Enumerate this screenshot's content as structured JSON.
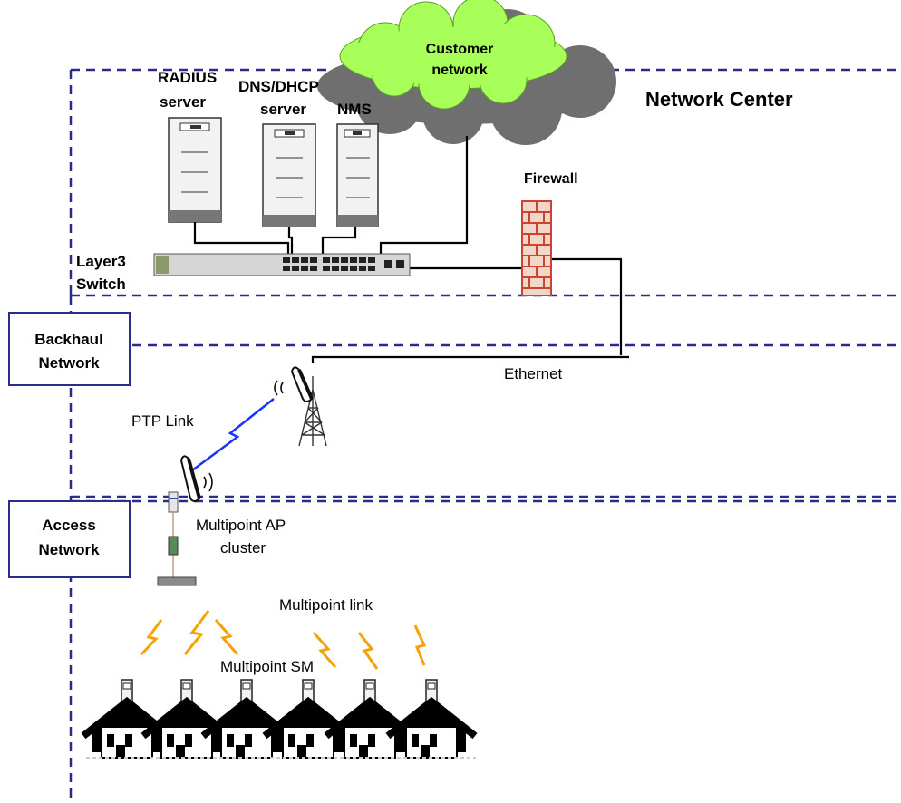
{
  "labels": {
    "network_center": "Network Center",
    "radius_server": [
      "RADIUS",
      "server"
    ],
    "dns_dhcp_server": [
      "DNS/DHCP",
      "server"
    ],
    "nms": "NMS",
    "customer_network": [
      "Customer",
      "network"
    ],
    "firewall": "Firewall",
    "layer3_switch": [
      "Layer3",
      "Switch"
    ],
    "backhaul_network": [
      "Backhaul",
      "Network"
    ],
    "access_network": [
      "Access",
      "Network"
    ],
    "ethernet": "Ethernet",
    "ptp_link": "PTP Link",
    "multipoint_ap_cluster": [
      "Multipoint AP",
      "cluster"
    ],
    "multipoint_link": "Multipoint link",
    "multipoint_sm": "Multipoint SM"
  },
  "colors": {
    "dashed_border": "#2b2b8c",
    "cloud": "#a9ff5a",
    "cloud_shadow": "#6f6f6f",
    "ptp_bolt": "#1a33ff",
    "multipoint_bolt": "#f5a20a",
    "brick": "#c8462f"
  },
  "subscriber_count": 6
}
